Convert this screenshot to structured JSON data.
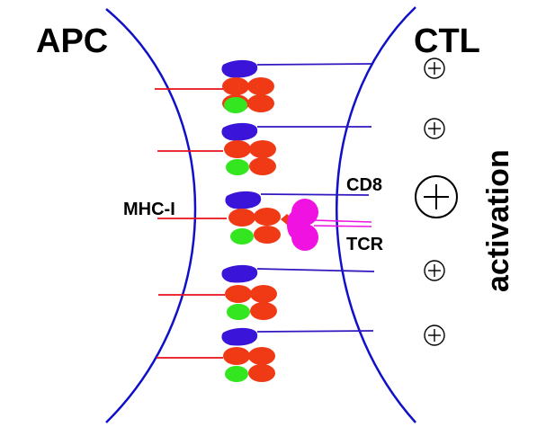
{
  "labels": {
    "apc": "APC",
    "ctl": "CTL",
    "mhc": "MHC-I",
    "cd8": "CD8",
    "tcr": "TCR",
    "activation": "activation"
  },
  "colors": {
    "membrane": "#1010c8",
    "mhc_stem": "#e8101a",
    "red_domain": "#f03a16",
    "green_domain": "#33e620",
    "blue_cap": "#3a14d8",
    "cd8_line": "#3018c0",
    "tcr": "#f012e0"
  },
  "icons": {
    "plus_circle": "circle-plus-icon"
  },
  "complex_count": 5,
  "signal_count": 5
}
